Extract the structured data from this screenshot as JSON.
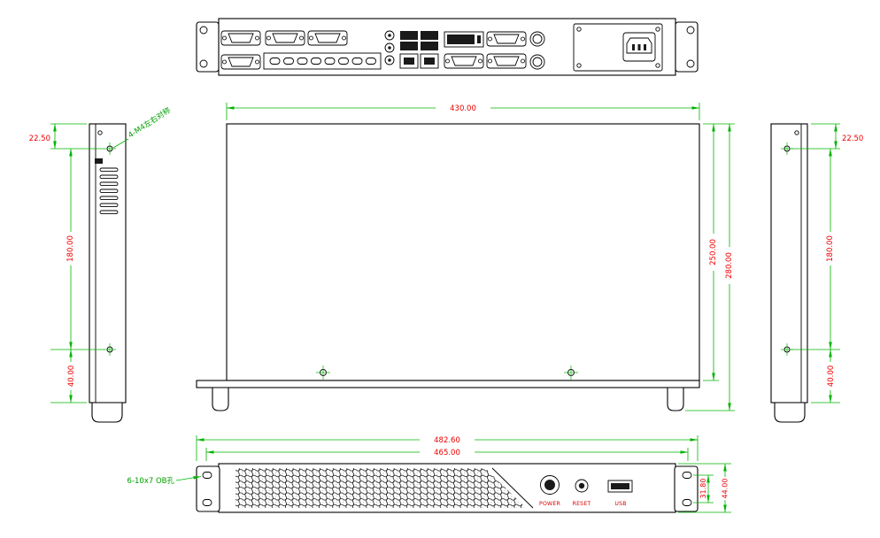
{
  "colors": {
    "outline": "#000000",
    "dimension_line": "#00b400",
    "dimension_text": "#ee0000",
    "annotation_text": "#00a000",
    "panel_label_text": "#d40000",
    "background": "#ffffff"
  },
  "top_view": {
    "width": "430.00",
    "depth": "250.00",
    "depth_overall": "280.00"
  },
  "left_side_view": {
    "hole_top_offset": "22.50",
    "hole_spacing": "180.00",
    "hole_bottom_offset": "40.00",
    "annotation": "4-M4左右对称"
  },
  "right_side_view": {
    "hole_top_offset": "22.50",
    "hole_spacing": "180.00",
    "hole_bottom_offset": "40.00"
  },
  "front_view": {
    "overall_width": "482.60",
    "mounting_width": "465.00",
    "hole_spacing_height": "31.80",
    "overall_height": "44.00",
    "ear_hole_note": "6-10x7 OB孔",
    "power_label": "POWER",
    "reset_label": "RESET",
    "usb_label": "USB"
  }
}
